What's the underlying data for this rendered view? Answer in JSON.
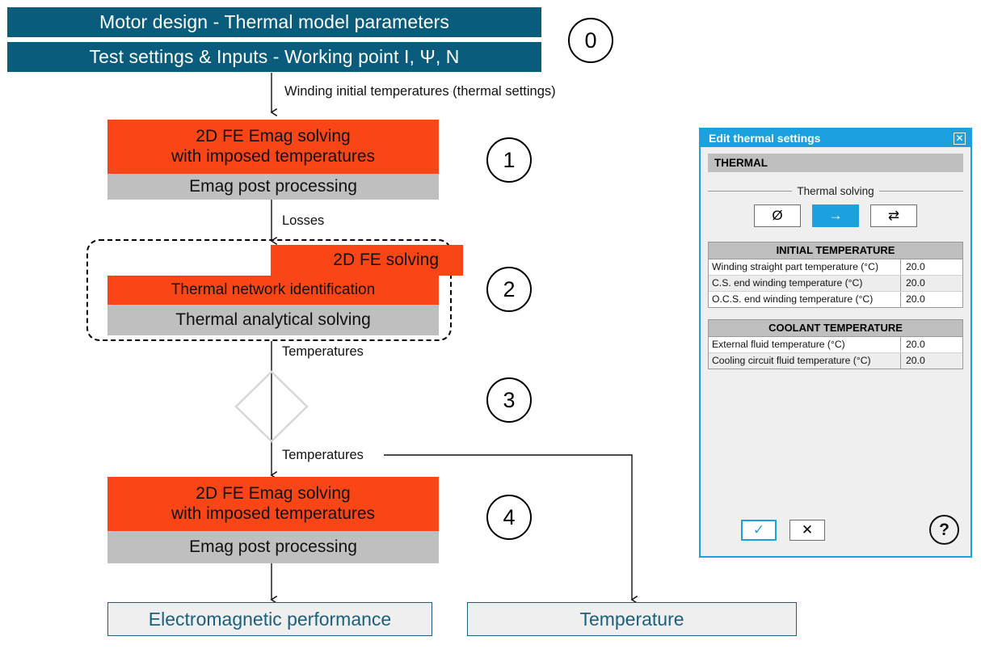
{
  "diagram": {
    "headers": [
      {
        "label": "Motor design - Thermal model parameters"
      },
      {
        "label": "Test settings & Inputs - Working point I, Ψ, N"
      }
    ],
    "steps": [
      {
        "number": "0"
      },
      {
        "number": "1"
      },
      {
        "number": "2"
      },
      {
        "number": "3"
      },
      {
        "number": "4"
      }
    ],
    "blocks": {
      "step1_orange": "2D FE Emag solving\nwith imposed temperatures",
      "step1_gray": "Emag post processing",
      "step2_orange_top": "2D FE solving",
      "step2_orange_mid": "Thermal network identification",
      "step2_gray": "Thermal analytical solving",
      "step4_orange": "2D FE Emag solving\nwith imposed temperatures",
      "step4_gray": "Emag post processing"
    },
    "connectors": [
      {
        "label": "Winding initial temperatures (thermal settings)"
      },
      {
        "label": "Losses"
      },
      {
        "label": "Temperatures"
      },
      {
        "label": "Temperatures"
      }
    ],
    "outputs": [
      {
        "label": "Electromagnetic performance"
      },
      {
        "label": "Temperature"
      }
    ],
    "colors": {
      "teal": "#095C7B",
      "orange": "#FA4616",
      "gray": "#BFBFBF",
      "output_border": "#1A6080"
    }
  },
  "dialog": {
    "title": "Edit thermal settings",
    "close_label": "✕",
    "section_title": "THERMAL",
    "fieldset_legend": "Thermal solving",
    "solving_options": [
      {
        "id": "none",
        "glyph": "Ø",
        "selected": false
      },
      {
        "id": "one-way",
        "glyph": "→",
        "selected": true
      },
      {
        "id": "two-way",
        "glyph": "⇄",
        "selected": false
      }
    ],
    "tables": [
      {
        "header": "INITIAL TEMPERATURE",
        "rows": [
          {
            "label": "Winding straight part temperature (°C)",
            "value": "20.0"
          },
          {
            "label": "C.S. end winding temperature (°C)",
            "value": "20.0"
          },
          {
            "label": "O.C.S. end winding temperature (°C)",
            "value": "20.0"
          }
        ]
      },
      {
        "header": "COOLANT TEMPERATURE",
        "rows": [
          {
            "label": "External fluid temperature (°C)",
            "value": "20.0"
          },
          {
            "label": "Cooling circuit fluid temperature (°C)",
            "value": "20.0"
          }
        ]
      }
    ],
    "footer": {
      "ok_label": "✓",
      "cancel_label": "✕",
      "help_label": "?"
    },
    "colors": {
      "title_bar": "#1BA1DD",
      "accent": "#1BA1DD",
      "section_head": "#BFBFBF"
    }
  }
}
